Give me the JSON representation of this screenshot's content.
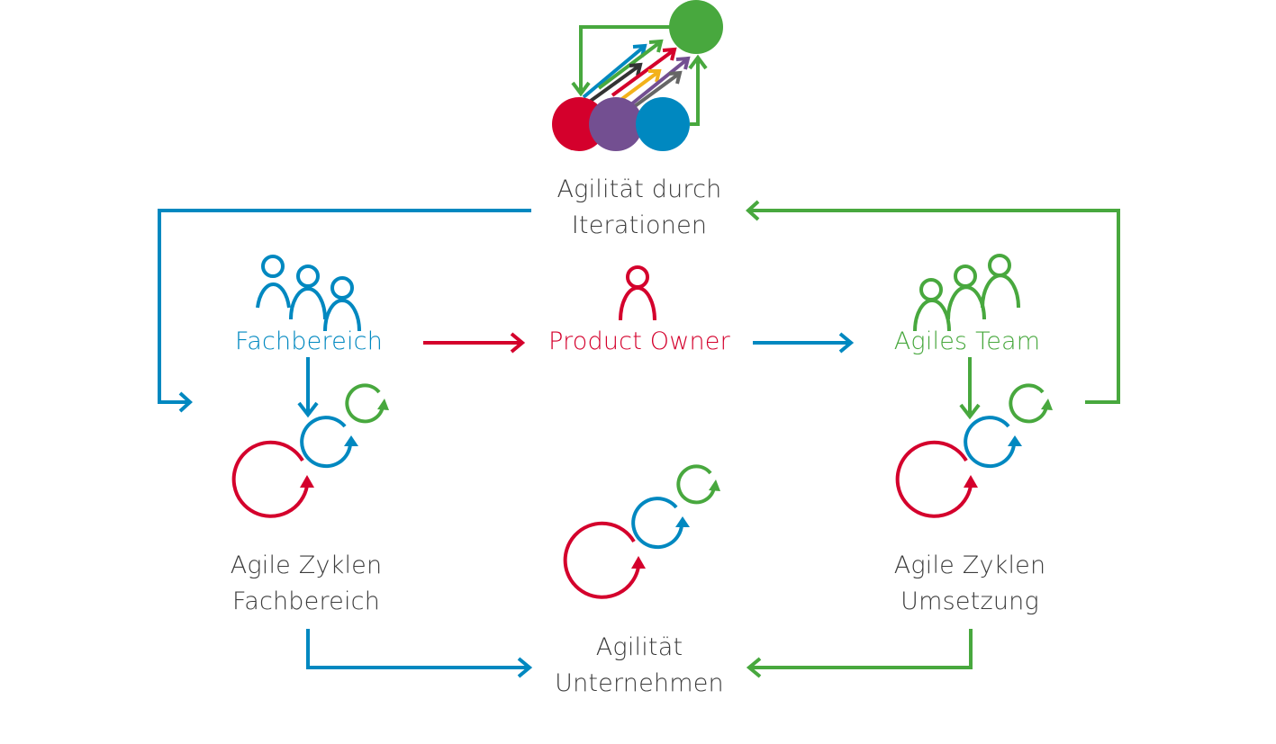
{
  "colors": {
    "blue": "#0088c0",
    "red": "#d4002c",
    "green": "#48a83e",
    "purple": "#734f91",
    "yellow": "#f3b21b",
    "dark_gray": "#333333",
    "gray": "#666666",
    "text": "#3c3c3c"
  },
  "nodes": {
    "iterations": {
      "lines": [
        "Agilität durch",
        "Iterationen"
      ],
      "icon": "iterations-icon"
    },
    "fachbereich": {
      "label": "Fachbereich",
      "icon": "group-icon",
      "color": "blue"
    },
    "product_owner": {
      "label": "Product Owner",
      "icon": "person-icon",
      "color": "red"
    },
    "agiles_team": {
      "label": "Agiles Team",
      "icon": "group-icon",
      "color": "green"
    },
    "zyklen_fachbereich": {
      "lines": [
        "Agile Zyklen",
        "Fachbereich"
      ],
      "icon": "cycles-icon"
    },
    "zyklen_umsetzung": {
      "lines": [
        "Agile Zyklen",
        "Umsetzung"
      ],
      "icon": "cycles-icon"
    },
    "unternehmen": {
      "lines": [
        "Agilität",
        "Unternehmen"
      ],
      "icon": "cycles-icon"
    }
  },
  "edges": [
    {
      "from": "iterations",
      "to": "zyklen_fachbereich",
      "color": "blue"
    },
    {
      "from": "zyklen_umsetzung",
      "to": "iterations",
      "color": "green"
    },
    {
      "from": "fachbereich",
      "to": "product_owner",
      "color": "red"
    },
    {
      "from": "product_owner",
      "to": "agiles_team",
      "color": "blue"
    },
    {
      "from": "fachbereich",
      "to": "zyklen_fachbereich",
      "color": "blue"
    },
    {
      "from": "agiles_team",
      "to": "zyklen_umsetzung",
      "color": "green"
    },
    {
      "from": "zyklen_fachbereich",
      "to": "unternehmen",
      "color": "blue"
    },
    {
      "from": "zyklen_umsetzung",
      "to": "unternehmen",
      "color": "green"
    }
  ]
}
